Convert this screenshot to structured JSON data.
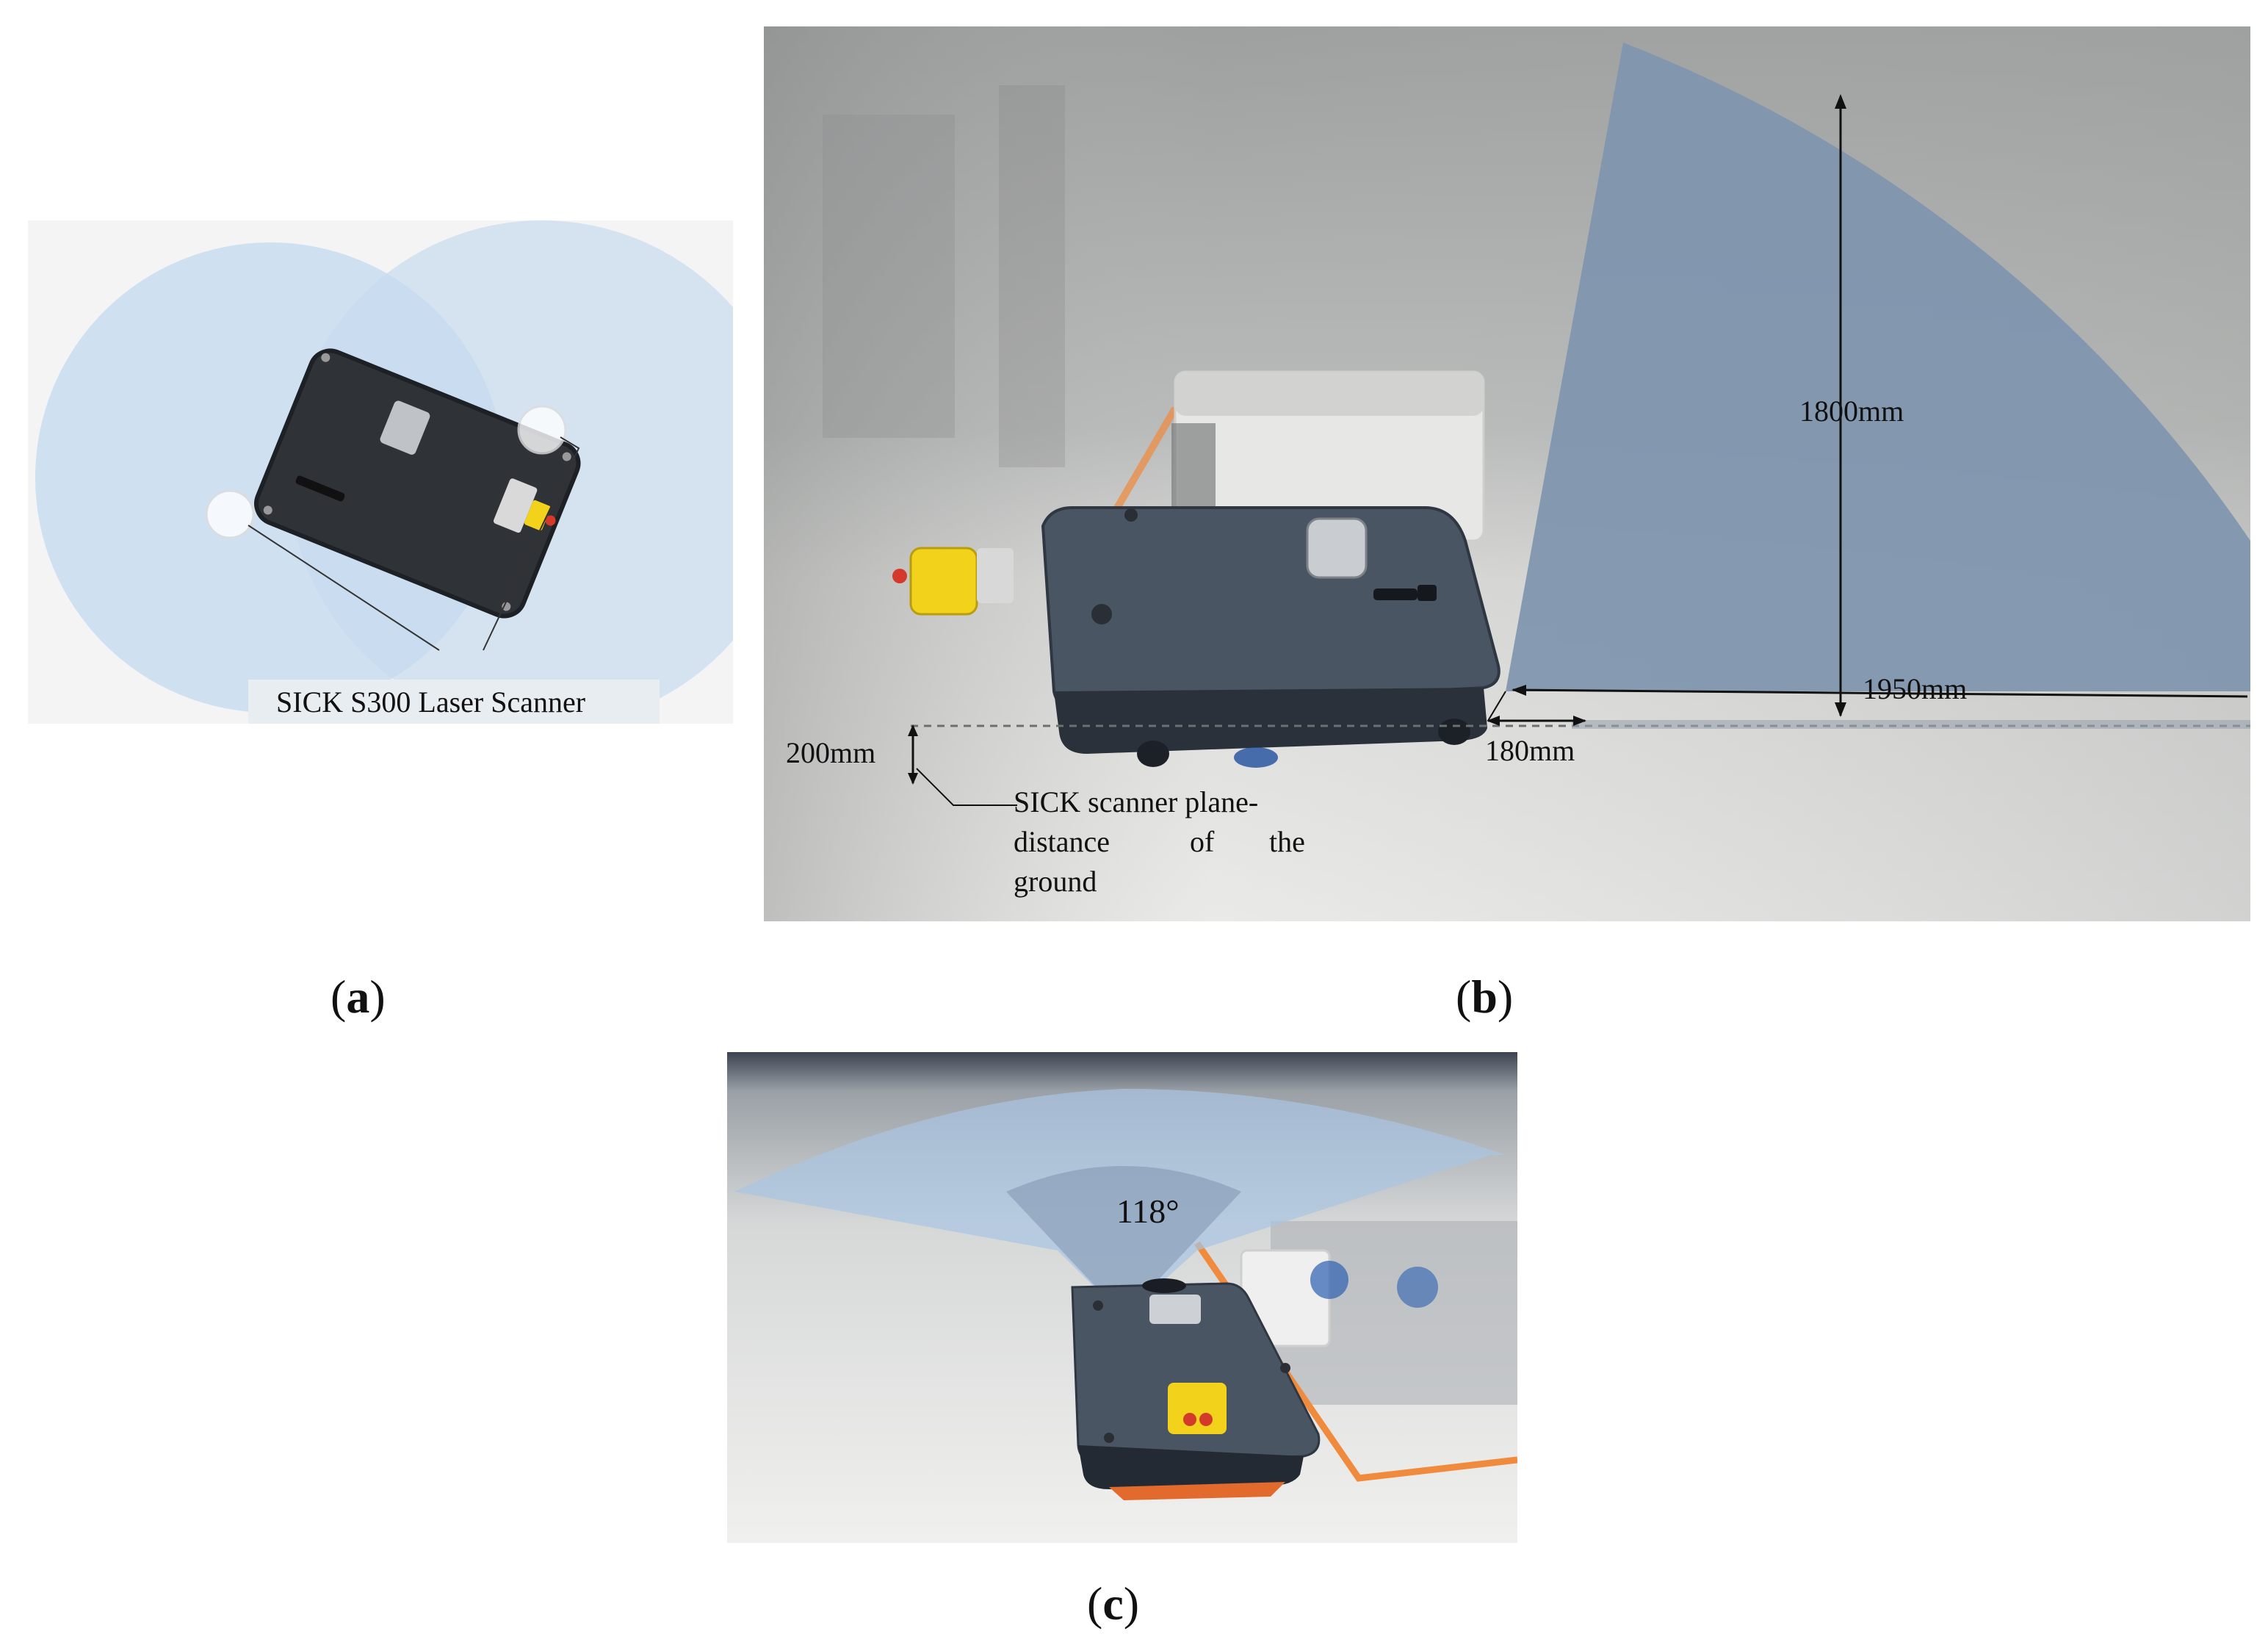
{
  "panel_a": {
    "scanner_label": "SICK S300 Laser Scanner",
    "caption_letter": "a"
  },
  "panel_b": {
    "height_label": "1800mm",
    "range_label": "1950mm",
    "clearance_label": "180mm",
    "plane_height_label": "200mm",
    "plane_note_line1": "SICK scanner plane-",
    "plane_note_line2_a": "distance",
    "plane_note_line2_b": "of",
    "plane_note_line2_c": "the",
    "plane_note_line3": "ground",
    "caption_letter": "b"
  },
  "panel_c": {
    "angle_label": "118°",
    "caption_letter": "c"
  },
  "colors": {
    "zone_light": "#c8dcf0",
    "zone_dark": "#7f95ae",
    "robot_body": "#3f4a57",
    "bumper_yellow": "#f2d21b",
    "floor_line_orange": "#f08a3c"
  }
}
